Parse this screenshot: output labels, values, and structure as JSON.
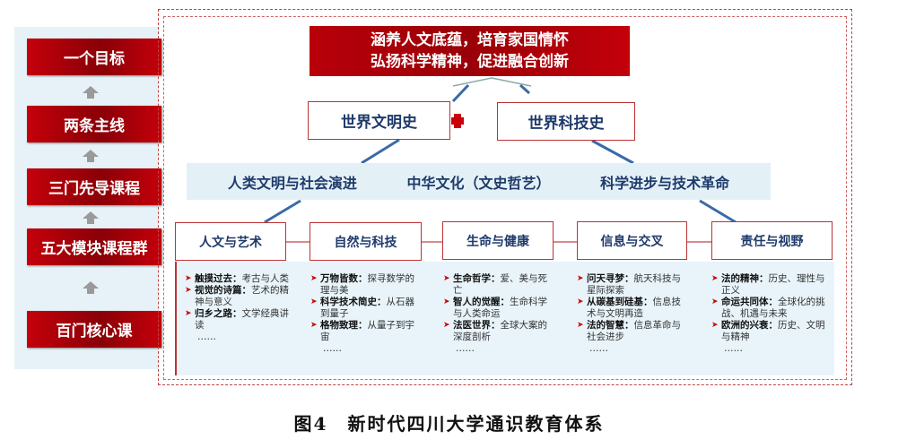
{
  "left_column": {
    "levels": [
      "一个目标",
      "两条主线",
      "三门先导课程",
      "五大模块课程群",
      "百门核心课"
    ]
  },
  "goal": {
    "line1": "涵养人文底蕴，培育家国情怀",
    "line2": "弘扬科学精神，促进融合创新"
  },
  "main_lines": [
    "世界文明史",
    "世界科技史"
  ],
  "pilot_courses": [
    "人类文明与社会演进",
    "中华文化（文史哲艺）",
    "科学进步与技术革命"
  ],
  "modules": [
    {
      "name": "人文与艺术",
      "courses": [
        {
          "title": "触摸过去：",
          "desc": "考古与人类"
        },
        {
          "title": "视觉的诗篇：",
          "desc": "艺术的精神与意义"
        },
        {
          "title": "归乡之路：",
          "desc": "文学经典讲读"
        }
      ],
      "more": "……"
    },
    {
      "name": "自然与科技",
      "courses": [
        {
          "title": "万物皆数：",
          "desc": "探寻数学的理与美"
        },
        {
          "title": "科学技术简史：",
          "desc": "从石器到量子"
        },
        {
          "title": "格物致理：",
          "desc": "从量子到宇宙"
        }
      ],
      "more": "……"
    },
    {
      "name": "生命与健康",
      "courses": [
        {
          "title": "生命哲学：",
          "desc": "爱、美与死亡"
        },
        {
          "title": "智人的觉醒：",
          "desc": "生命科学与人类命运"
        },
        {
          "title": "法医世界：",
          "desc": "全球大案的深度剖析"
        }
      ],
      "more": "……"
    },
    {
      "name": "信息与交叉",
      "courses": [
        {
          "title": "问天寻梦：",
          "desc": "航天科技与星际探索"
        },
        {
          "title": "从碳基到硅基：",
          "desc": "信息技术与文明再造"
        },
        {
          "title": "法的智慧：",
          "desc": "信息革命与社会进步"
        }
      ],
      "more": "……"
    },
    {
      "name": "责任与视野",
      "courses": [
        {
          "title": "法的精神：",
          "desc": "历史、理性与正义"
        },
        {
          "title": "命运共同体：",
          "desc": "全球化的挑战、机遇与未来"
        },
        {
          "title": "欧洲的兴衰：",
          "desc": "历史、文明与精神"
        }
      ],
      "more": "……"
    }
  ],
  "caption": "图4　新时代四川大学通识教育体系",
  "colors": {
    "red": "#c4000a",
    "navy": "#1f3a6b",
    "light_blue": "#e6f2f8",
    "connector": "#3a6aa8"
  }
}
